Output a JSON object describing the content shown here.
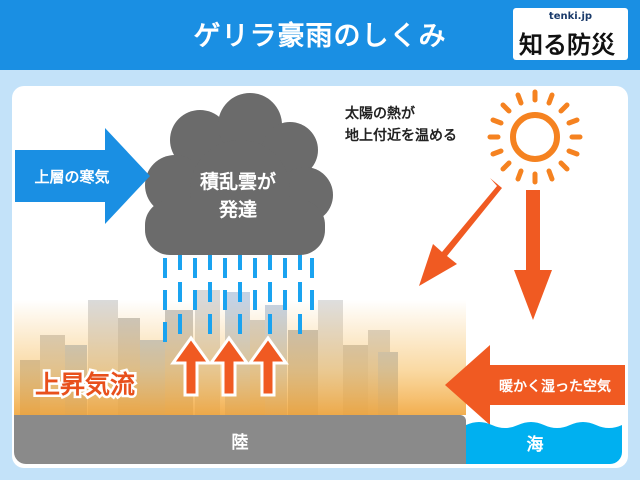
{
  "header": {
    "title": "ゲリラ豪雨のしくみ",
    "logo_brand": "tenki.jp",
    "logo_text": "知る防災"
  },
  "labels": {
    "cold_air": "上層の寒気",
    "cloud_line1": "積乱雲が",
    "cloud_line2": "発達",
    "sun_line1": "太陽の熱が",
    "sun_line2": "地上付近を温める",
    "updraft": "上昇気流",
    "warm_air": "暖かく湿った空気",
    "land": "陸",
    "sea": "海"
  },
  "colors": {
    "header": "#1a8fe3",
    "orange": "#f05a22",
    "rain": "#1aa3f0",
    "land": "#8a8a8a",
    "sea": "#00b0f0",
    "sun": "#f58220"
  }
}
